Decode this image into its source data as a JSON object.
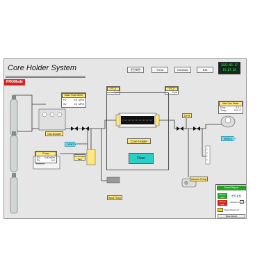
{
  "app": {
    "title": "Core Holder System",
    "mode_label": "PROMode"
  },
  "topbar": {
    "buttons": [
      "운전화면",
      "Trend",
      "Interface",
      "Exit"
    ]
  },
  "clock": {
    "line1": "2023-05-17",
    "line2": "15:07:28"
  },
  "mfm": {
    "title": "Mass Flow Meter",
    "rows": [
      {
        "label": "PV",
        "value": "0.0",
        "unit": "slPm"
      },
      {
        "label": "SV",
        "value": "0.0",
        "unit": "slPm"
      }
    ]
  },
  "pt2": {
    "title": "PT-2",
    "value": "0",
    "unit": "psi"
  },
  "pt3": {
    "title": "PT-3",
    "value": "0",
    "unit": "psi"
  },
  "wet_gas_meter": {
    "title": "Wet Gas Meter",
    "rows": [
      {
        "label": "Flow",
        "value": "0.0 L"
      },
      {
        "label": "Temp",
        "value": "0.0 °C"
      }
    ]
  },
  "pump": {
    "title": "Pump",
    "rows": [
      {
        "label": "SV",
        "value": "0.00 ml/m"
      },
      {
        "label": "PV",
        "value": "0.0"
      }
    ]
  },
  "labels": {
    "gas_booster": "Gas Booster",
    "vent1": "VENT-1",
    "vent2": "VENT-2",
    "oil_storage": "Oil Storage Tank",
    "core_holder": "Core Holder",
    "oven": "Oven",
    "hand_pump": "Hand Pump",
    "bpr": "B.P.R",
    "vacuum_pump": "Vacuum Pump"
  },
  "event": {
    "title": "Event Report",
    "status": "동작 없음",
    "interval_label": "Interval Time",
    "interval_value": "1",
    "interval_unit": "s",
    "save_label": "Save Report"
  },
  "controls": {
    "report_start": "Report Start",
    "report_stop": "Report Stop",
    "file_label": "ReportSelect.txt"
  },
  "colors": {
    "background": "#e6e6e6",
    "yellow": "#ffe77a",
    "cyan": "#2ad0c8",
    "red": "#d02020",
    "green": "#28a028"
  }
}
